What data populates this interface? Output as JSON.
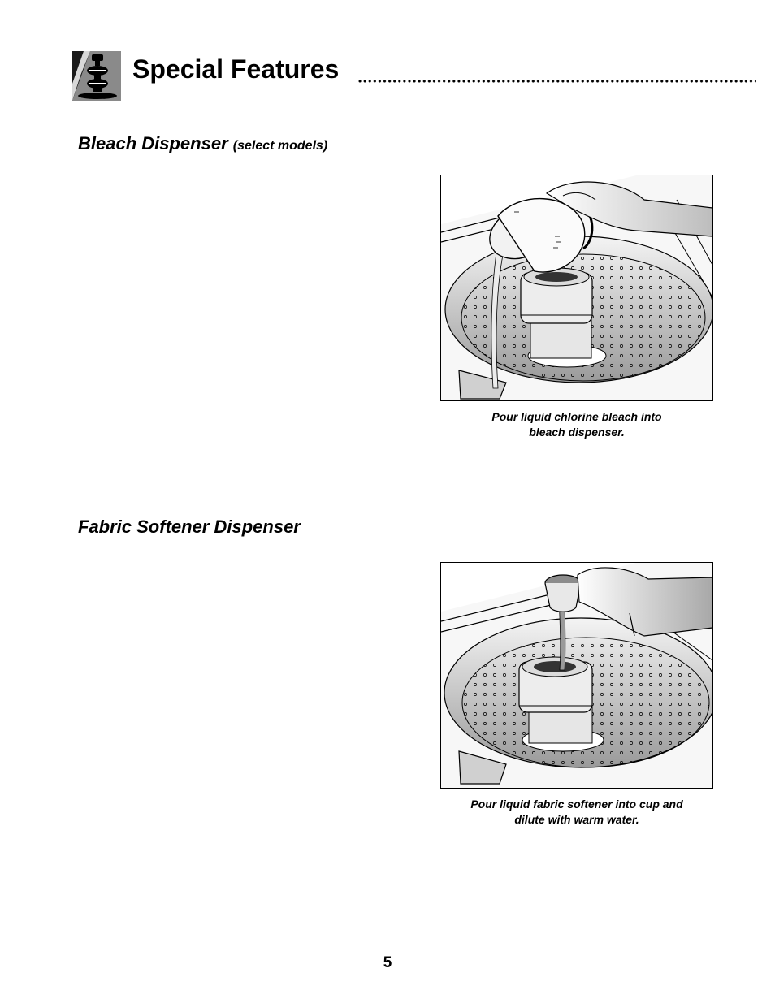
{
  "header": {
    "title": "Special Features",
    "icon": "feature-section-icon"
  },
  "sections": [
    {
      "heading": "Bleach Dispenser",
      "subheading": "(select models)",
      "figure_icon": "pour-bleach-illustration",
      "caption_line1": "Pour liquid chlorine bleach into",
      "caption_line2": "bleach dispenser."
    },
    {
      "heading": "Fabric Softener Dispenser",
      "subheading": "",
      "figure_icon": "pour-softener-illustration",
      "caption_line1": "Pour liquid fabric softener into cup and",
      "caption_line2": "dilute with warm water."
    }
  ],
  "footer": {
    "page_number": "5"
  }
}
